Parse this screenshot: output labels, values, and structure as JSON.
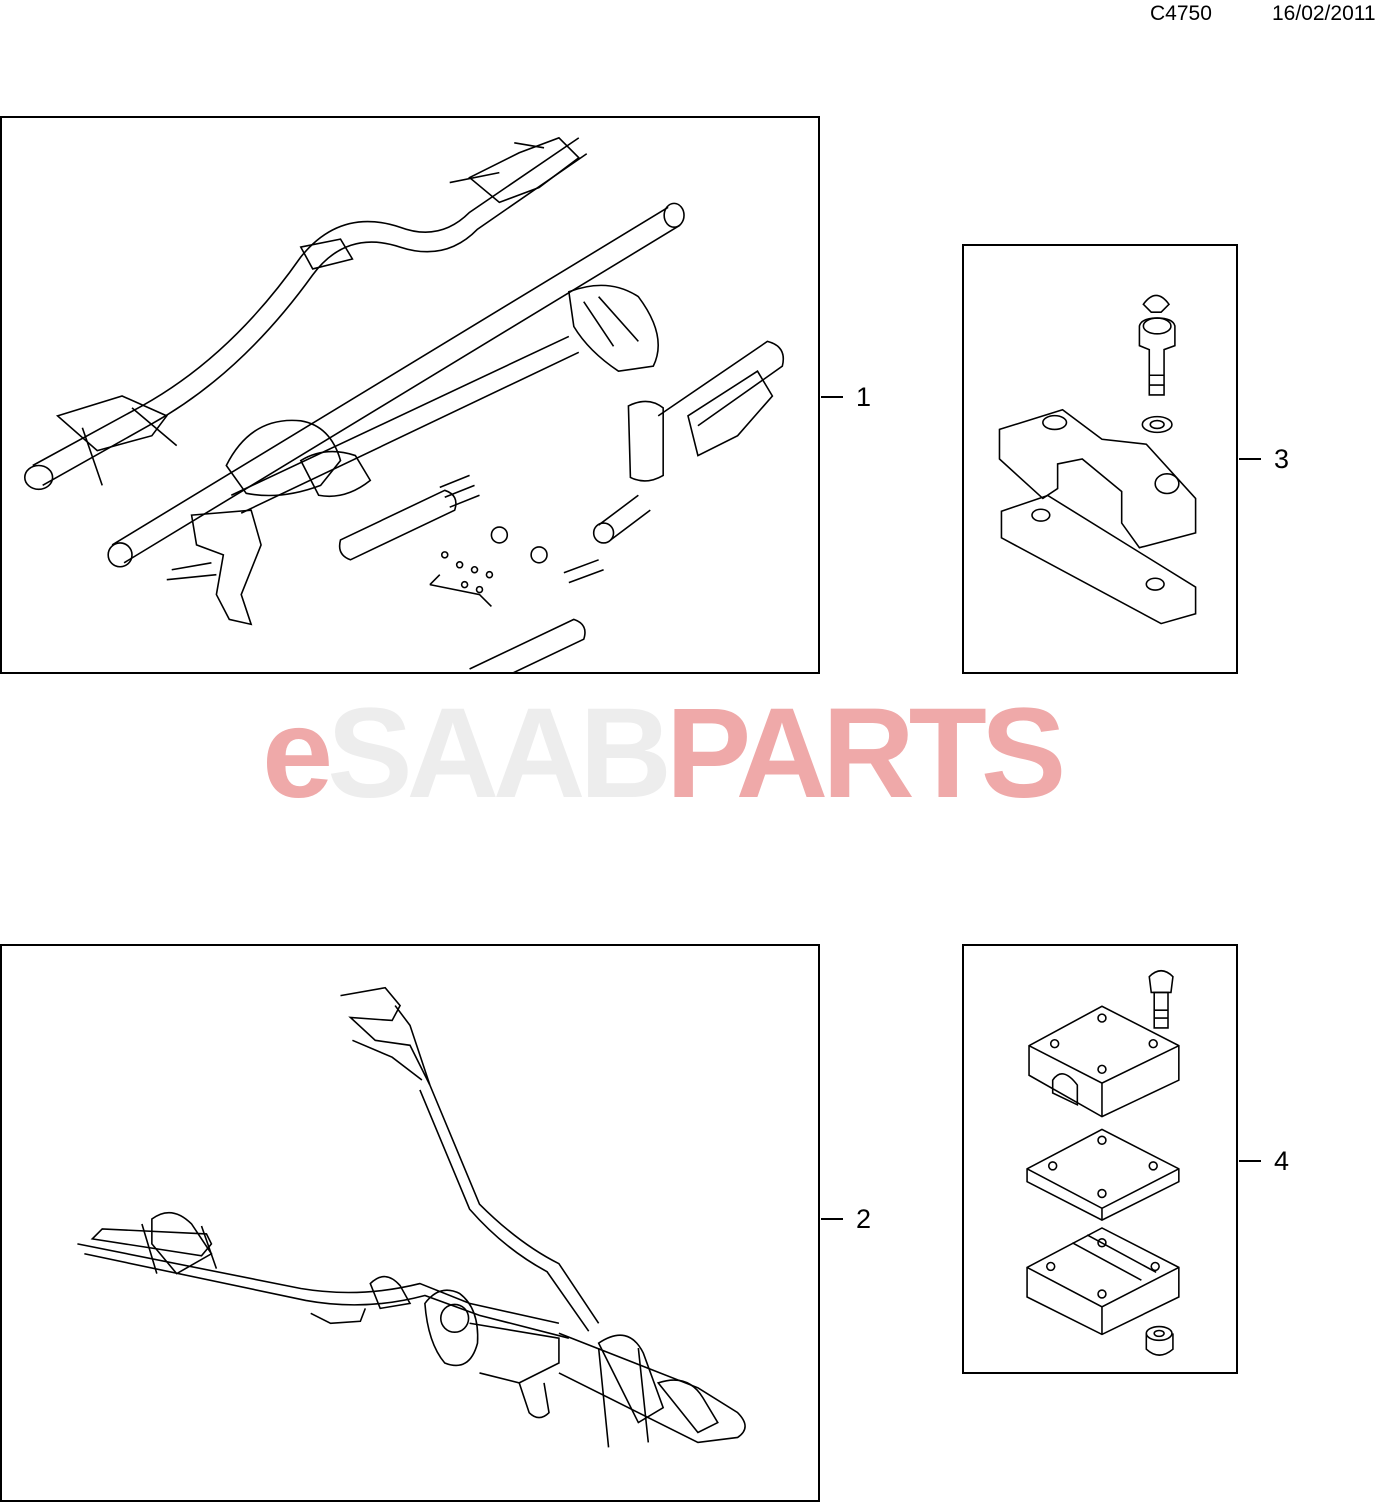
{
  "header": {
    "code": "C4750",
    "date": "16/02/2011"
  },
  "watermark": {
    "prefix": "e",
    "middle": "SAAB",
    "suffix": "PARTS",
    "accent_color": "#efa9a9",
    "mid_color": "#ededed"
  },
  "callouts": [
    {
      "id": "1",
      "label": "1"
    },
    {
      "id": "2",
      "label": "2"
    },
    {
      "id": "3",
      "label": "3"
    },
    {
      "id": "4",
      "label": "4"
    }
  ],
  "icons": [
    "bike-carrier-kit-drawing",
    "bike-carrier-drawing",
    "adapter-clamp-drawing",
    "adapter-plate-drawing"
  ]
}
